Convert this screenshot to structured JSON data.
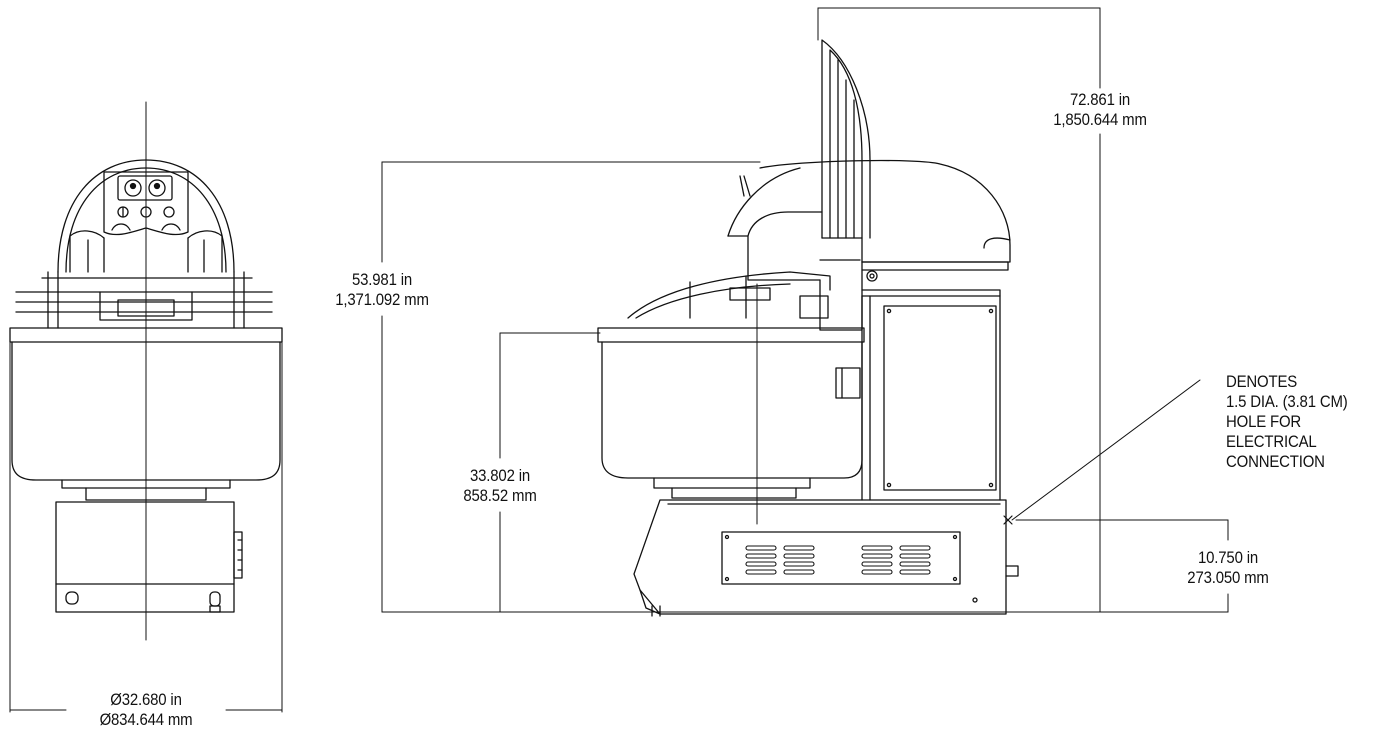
{
  "dimensions": {
    "overall_height": {
      "in": "72.861 in",
      "mm": "1,850.644 mm"
    },
    "body_height": {
      "in": "53.981 in",
      "mm": "1,371.092 mm"
    },
    "bowl_height": {
      "in": "33.802 in",
      "mm": "858.52 mm"
    },
    "hole_height": {
      "in": "10.750 in",
      "mm": "273.050 mm"
    },
    "bowl_diameter": {
      "in": "Ø32.680 in",
      "mm": "Ø834.644 mm"
    }
  },
  "note": {
    "lines": [
      "DENOTES",
      "1.5 DIA. (3.81 CM)",
      "HOLE FOR",
      "ELECTRICAL",
      "CONNECTION"
    ]
  }
}
